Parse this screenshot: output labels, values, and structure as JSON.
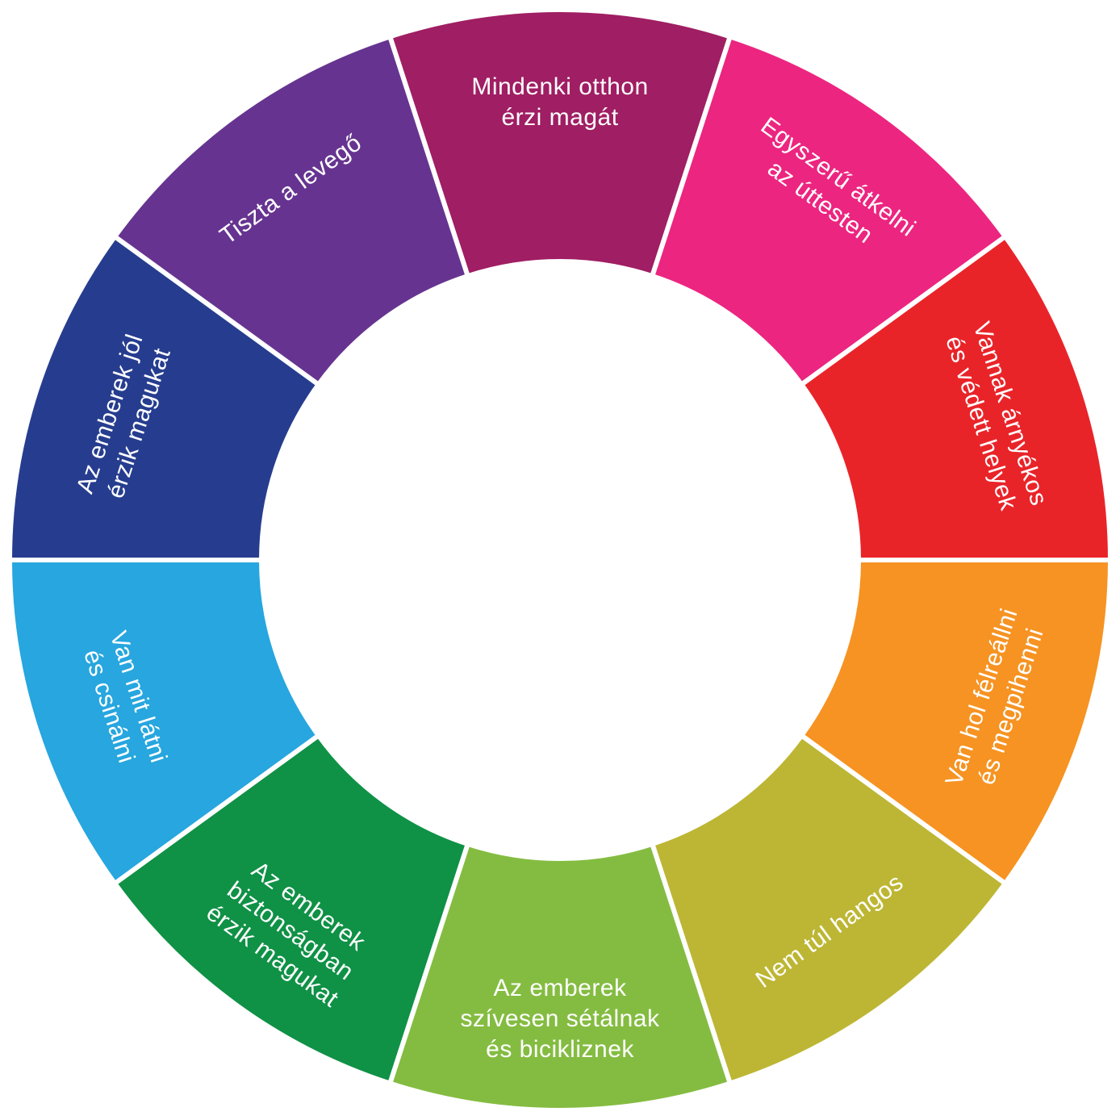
{
  "title": "Wheel diagram",
  "segments": [
    {
      "id": "otthon",
      "color": "#A01E63",
      "lines": [
        "Mindenki otthon",
        "érzi magát"
      ]
    },
    {
      "id": "atkelni",
      "color": "#EC2580",
      "lines": [
        "Egyszerű átkelni",
        "az úttesten"
      ]
    },
    {
      "id": "arnyek",
      "color": "#E92429",
      "lines": [
        "Vannak árnyékos",
        "és védett helyek"
      ]
    },
    {
      "id": "pihenni",
      "color": "#F69322",
      "lines": [
        "Van hol félreállni",
        "és megpihenni"
      ]
    },
    {
      "id": "hangos",
      "color": "#BDB634",
      "lines": [
        "Nem túl hangos"
      ]
    },
    {
      "id": "setalnak",
      "color": "#84BC41",
      "lines": [
        "Az emberek",
        "szívesen sétálnak",
        "és bicikliznek"
      ]
    },
    {
      "id": "biztonsag",
      "color": "#0F9146",
      "lines": [
        "Az emberek",
        "biztonságban",
        "érzik magukat"
      ]
    },
    {
      "id": "latni",
      "color": "#27A6DF",
      "lines": [
        "Van mit látni",
        "és csinálni"
      ]
    },
    {
      "id": "jol",
      "color": "#263D8F",
      "lines": [
        "Az emberek jól",
        "érzik magukat"
      ]
    },
    {
      "id": "levego",
      "color": "#663490",
      "lines": [
        "Tiszta a levegő"
      ]
    }
  ]
}
